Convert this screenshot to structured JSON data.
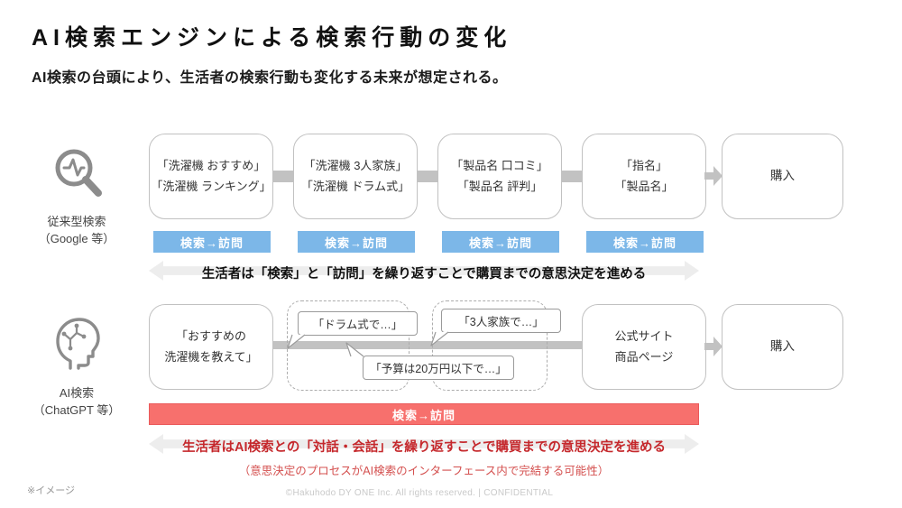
{
  "header": {
    "title": "AI検索エンジンによる検索行動の変化",
    "subtitle": "AI検索の台頭により、生活者の検索行動も変化する未来が想定される。"
  },
  "traditional": {
    "label_line1": "従来型検索",
    "label_line2": "（Google 等）",
    "boxes": [
      {
        "line1": "「洗濯機 おすすめ」",
        "line2": "「洗濯機 ランキング」"
      },
      {
        "line1": "「洗濯機 3人家族」",
        "line2": "「洗濯機 ドラム式」"
      },
      {
        "line1": "「製品名 口コミ」",
        "line2": "「製品名 評判」"
      },
      {
        "line1": "「指名」",
        "line2": "「製品名」"
      }
    ],
    "purchase_label": "購入",
    "badge_label": "検索→訪問",
    "arrow_text": "生活者は「検索」と「訪問」を繰り返すことで購買までの意思決定を進める"
  },
  "ai": {
    "label_line1": "AI検索",
    "label_line2": "（ChatGPT 等）",
    "first_box": {
      "line1": "「おすすめの",
      "line2": "洗濯機を教えて」"
    },
    "bubbles": [
      "「ドラム式で…」",
      "「3人家族で…」",
      "「予算は20万円以下で…」"
    ],
    "site_box": {
      "line1": "公式サイト",
      "line2": "商品ページ"
    },
    "purchase_label": "購入",
    "bar_label": "検索→訪問",
    "arrow_text": "生活者はAI検索との「対話・会話」を繰り返すことで購買までの意思決定を進める",
    "note": "（意思決定のプロセスがAI検索のインターフェース内で完結する可能性）"
  },
  "footer": {
    "note": "※イメージ",
    "copyright": "©Hakuhodo DY ONE Inc. All rights reserved. | CONFIDENTIAL"
  },
  "colors": {
    "badge_blue": "#7CB7E8",
    "bar_red": "#F7706D",
    "accent_red_bold": "#C5282C",
    "accent_red_note": "#D4504F",
    "arrow_gray": "#EDEDED",
    "connector_gray": "#C2C2C2",
    "box_border_gray": "#C1C1C1",
    "icon_gray": "#8C8C8C"
  }
}
